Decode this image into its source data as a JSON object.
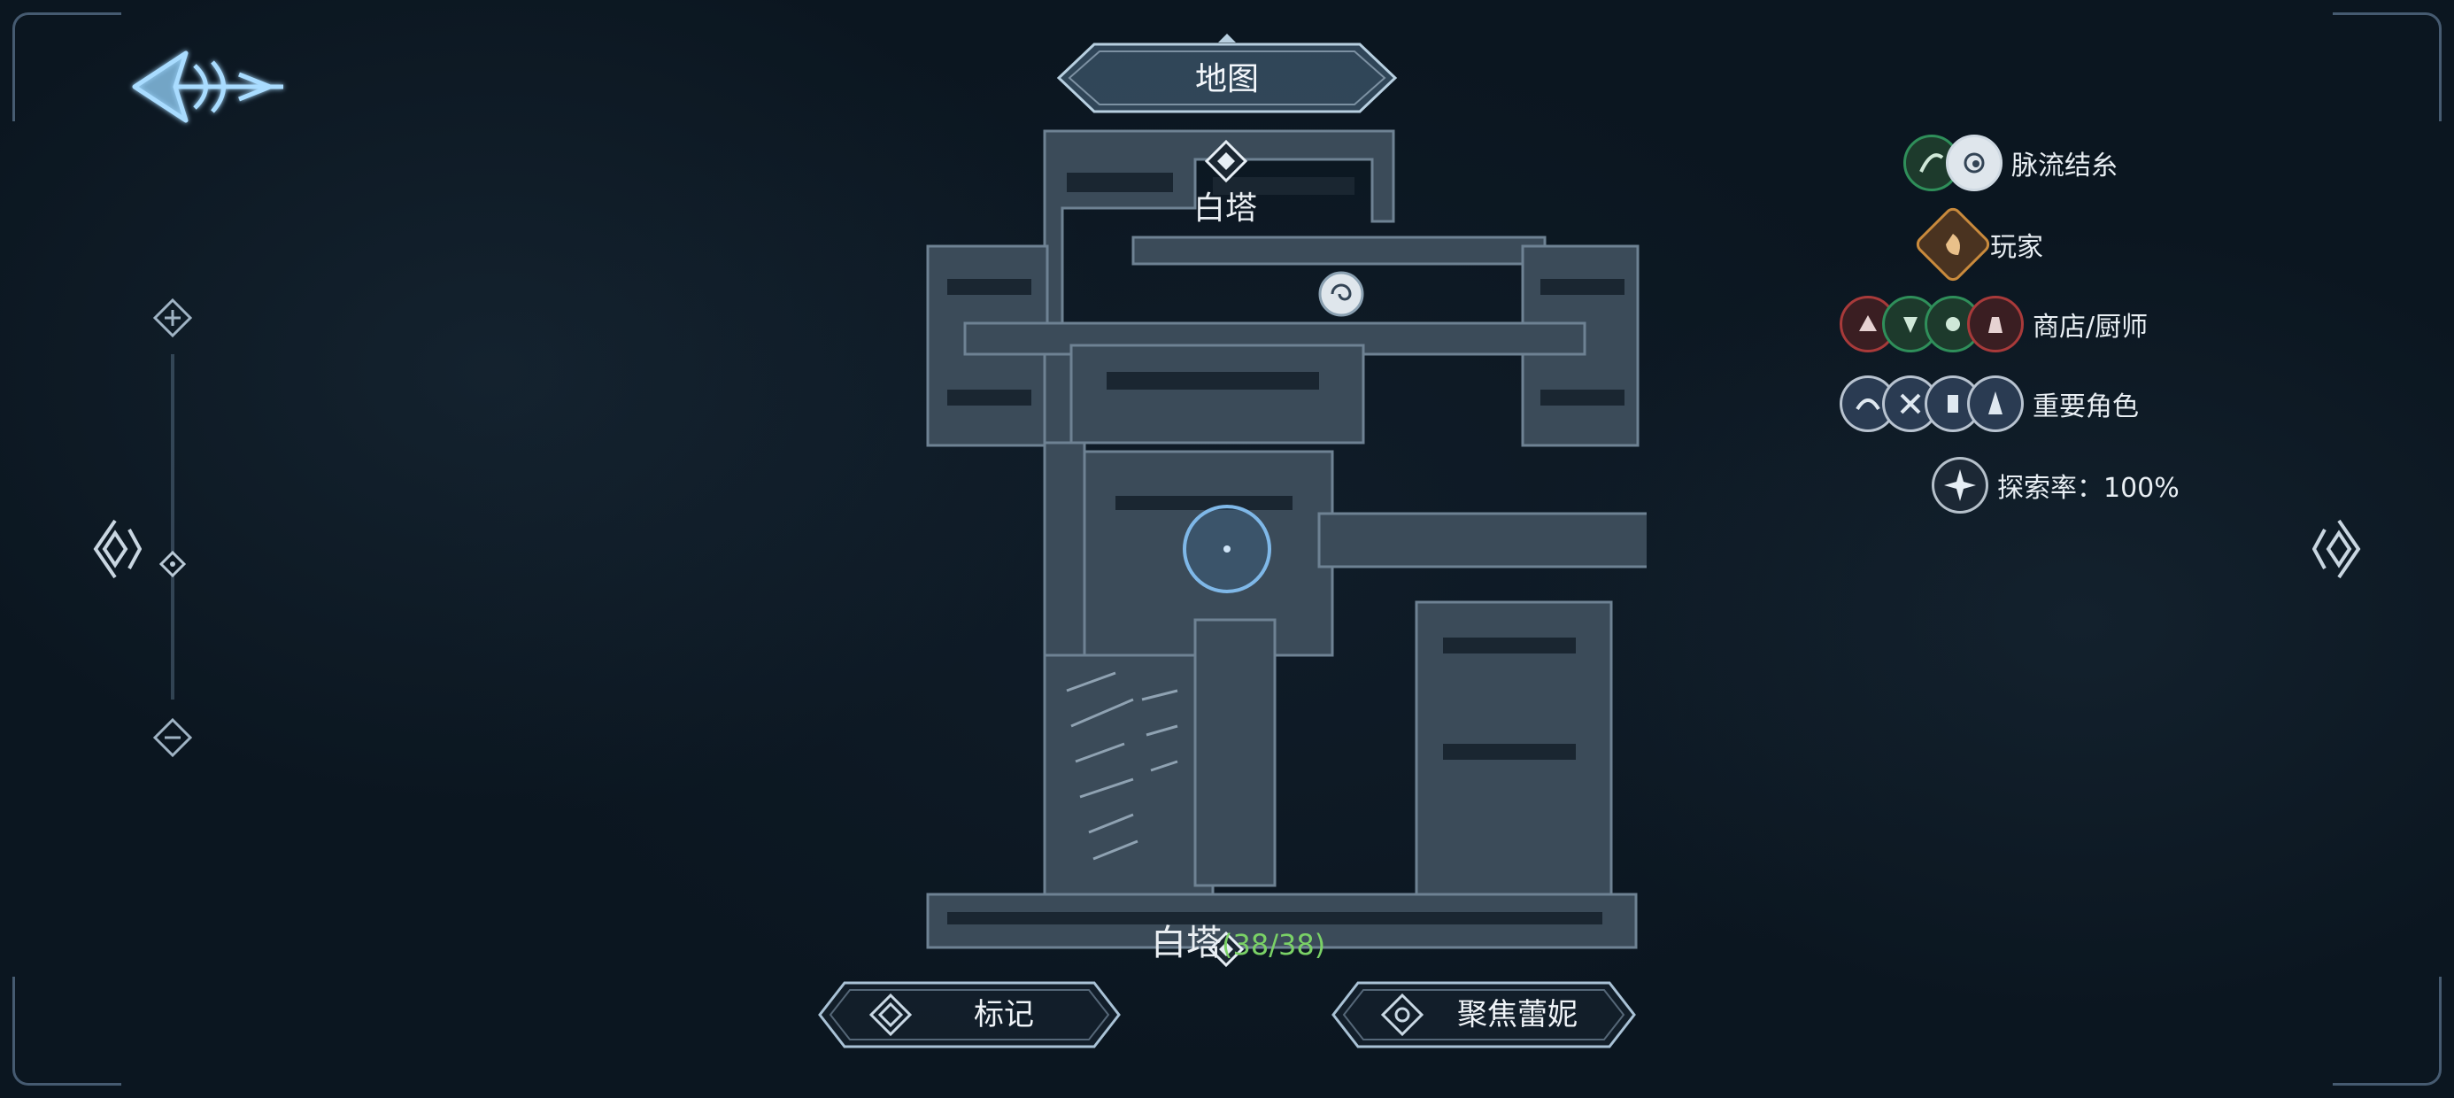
{
  "header": {
    "title": "地图"
  },
  "map": {
    "top_location_label": "白塔",
    "bottom_location_label": "白塔",
    "bottom_progress": "(38/38)"
  },
  "legend": {
    "items": [
      {
        "label": "脉流结糸",
        "icons": [
          "vein-knot-icon",
          "vein-knot-alt-icon"
        ],
        "ring_colors": [
          "#2f8f5a",
          "#cfd9e2"
        ]
      },
      {
        "label": "玩家",
        "icons": [
          "player-icon"
        ],
        "ring_colors": [
          "#c98a3c"
        ]
      },
      {
        "label": "商店/厨师",
        "icons": [
          "shop-icon-1",
          "shop-icon-2",
          "shop-icon-3",
          "chef-icon"
        ],
        "ring_colors": [
          "#a83a3a",
          "#2f8f5a",
          "#2f8f5a",
          "#a83a3a"
        ]
      },
      {
        "label": "重要角色",
        "icons": [
          "character-icon-1",
          "character-icon-2",
          "character-icon-3",
          "character-icon-4"
        ],
        "ring_colors": [
          "#cfd9e2",
          "#cfd9e2",
          "#cfd9e2",
          "#cfd9e2"
        ]
      },
      {
        "label": "探索率：100%",
        "icons": [
          "compass-icon"
        ],
        "ring_colors": [
          "#cfd9e2"
        ]
      }
    ]
  },
  "buttons": {
    "mark": "标记",
    "focus": "聚焦蕾妮"
  },
  "colors": {
    "map_fill": "#3b4b59",
    "map_edge": "#6f8496",
    "accent_glow": "#7fb8e8",
    "progress_green": "#7ad166"
  }
}
